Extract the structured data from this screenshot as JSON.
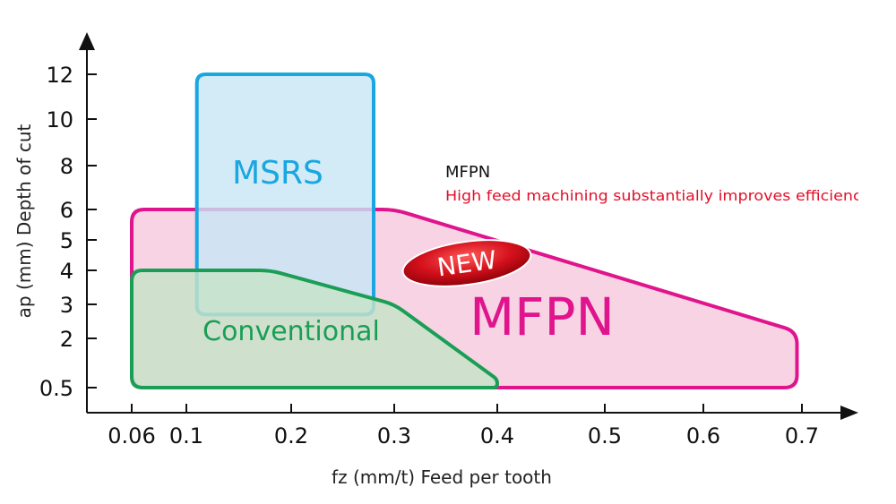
{
  "chart_data": {
    "type": "area",
    "title": "",
    "xlabel": "fz (mm/t) Feed per tooth",
    "ylabel": "ap (mm) Depth of cut",
    "x_ticks": [
      {
        "value": 0.06,
        "label": "0.06",
        "highlight": false
      },
      {
        "value": 0.1,
        "label": "0.1",
        "highlight": false
      },
      {
        "value": 0.2,
        "label": "0.2",
        "highlight": false
      },
      {
        "value": 0.3,
        "label": "0.3",
        "highlight": false
      },
      {
        "value": 0.4,
        "label": "0.4",
        "highlight": false
      },
      {
        "value": 0.5,
        "label": "0.5",
        "highlight": false
      },
      {
        "value": 0.6,
        "label": "0.6",
        "highlight": false
      },
      {
        "value": 0.7,
        "label": "0.7",
        "highlight": true
      }
    ],
    "y_ticks": [
      {
        "value": 0.5,
        "label": "0.5",
        "highlight": false
      },
      {
        "value": 2,
        "label": "2",
        "highlight": false
      },
      {
        "value": 3,
        "label": "3",
        "highlight": false
      },
      {
        "value": 4,
        "label": "4",
        "highlight": false
      },
      {
        "value": 5,
        "label": "5",
        "highlight": false
      },
      {
        "value": 6,
        "label": "6",
        "highlight": true
      },
      {
        "value": 8,
        "label": "8",
        "highlight": false
      },
      {
        "value": 10,
        "label": "10",
        "highlight": false
      },
      {
        "value": 12,
        "label": "12",
        "highlight": false
      }
    ],
    "regions": [
      {
        "name": "MFPN",
        "stroke": "#e0148c",
        "fill": "#f7d3e4",
        "label_color": "#e0148c",
        "points": [
          [
            0.06,
            0.5
          ],
          [
            0.695,
            0.5
          ],
          [
            0.695,
            2.2
          ],
          [
            0.3,
            6
          ],
          [
            0.06,
            6
          ]
        ]
      },
      {
        "name": "MSRS",
        "stroke": "#1aa6e0",
        "fill": "#c7e6f5",
        "label_color": "#1aa6e0",
        "points": [
          [
            0.11,
            2.7
          ],
          [
            0.28,
            2.7
          ],
          [
            0.28,
            12
          ],
          [
            0.11,
            12
          ]
        ]
      },
      {
        "name": "Conventional",
        "stroke": "#1a9e55",
        "fill": "#c6e3c8",
        "label_color": "#1a9e55",
        "points": [
          [
            0.06,
            0.5
          ],
          [
            0.4,
            0.5
          ],
          [
            0.4,
            0.75
          ],
          [
            0.3,
            3
          ],
          [
            0.18,
            4
          ],
          [
            0.06,
            4
          ]
        ]
      }
    ],
    "badge": {
      "text": "NEW",
      "fill": "#c80f1a",
      "text_color": "#ffffff"
    },
    "annotation": {
      "title": "MFPN",
      "text": "High feed machining substantially improves efficiency",
      "title_color": "#111111",
      "text_color": "#e0102a"
    },
    "highlight_color": "#e0102a",
    "axis_color": "#111111",
    "grid": false,
    "legend": "none"
  }
}
